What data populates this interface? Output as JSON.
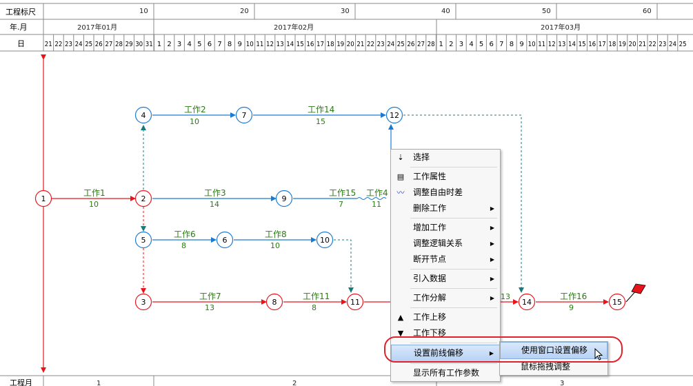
{
  "ruler": {
    "row_labels": [
      "工程标尺",
      "年.月",
      "日"
    ],
    "scale_ticks": [
      "10",
      "20",
      "30",
      "40",
      "50",
      "60"
    ],
    "months": [
      "2017年01月",
      "2017年02月",
      "2017年03月"
    ],
    "days_jan": [
      "21",
      "22",
      "23",
      "24",
      "25",
      "26",
      "27",
      "28",
      "29",
      "30",
      "31"
    ],
    "days_feb": [
      "1",
      "2",
      "3",
      "4",
      "5",
      "6",
      "7",
      "8",
      "9",
      "10",
      "11",
      "12",
      "13",
      "14",
      "15",
      "16",
      "17",
      "18",
      "19",
      "20",
      "21",
      "22",
      "23",
      "24",
      "25",
      "26",
      "27",
      "28"
    ],
    "days_mar": [
      "1",
      "2",
      "3",
      "4",
      "5",
      "6",
      "7",
      "8",
      "9",
      "10",
      "11",
      "12",
      "13",
      "14",
      "15",
      "16",
      "17",
      "18",
      "19",
      "20",
      "21",
      "22",
      "23",
      "24",
      "25"
    ]
  },
  "footer": {
    "label": "工程月",
    "months": [
      "1",
      "2",
      "3"
    ]
  },
  "nodes": [
    "1",
    "2",
    "3",
    "4",
    "5",
    "6",
    "7",
    "8",
    "9",
    "10",
    "11",
    "12",
    "14",
    "15"
  ],
  "works": {
    "w1": {
      "name": "工作1",
      "dur": "10"
    },
    "w2": {
      "name": "工作2",
      "dur": "10"
    },
    "w14": {
      "name": "工作14",
      "dur": "15"
    },
    "w3": {
      "name": "工作3",
      "dur": "14"
    },
    "w15": {
      "name": "工作15",
      "dur": "7"
    },
    "w4": {
      "name": "工作4",
      "dur": "11"
    },
    "w6": {
      "name": "工作6",
      "dur": "8"
    },
    "w8": {
      "name": "工作8",
      "dur": "10"
    },
    "w7": {
      "name": "工作7",
      "dur": "13"
    },
    "w11": {
      "name": "工作11",
      "dur": "8"
    },
    "w13": {
      "dur": "13"
    },
    "w16": {
      "name": "工作16",
      "dur": "9"
    }
  },
  "colors": {
    "critical": "#e8141c",
    "normal": "#1a7ad4",
    "label": "#2a7a12",
    "dashed": "#197a7a"
  },
  "context_menu": {
    "select": "选择",
    "properties": "工作属性",
    "adjust_free_float": "调整自由时差",
    "delete_work": "删除工作",
    "add_work": "增加工作",
    "adjust_logic": "调整逻辑关系",
    "break_node": "断开节点",
    "import_data": "引入数据",
    "decompose_work": "工作分解",
    "move_up": "工作上移",
    "move_down": "工作下移",
    "set_frontline_offset": "设置前线偏移",
    "show_all_params": "显示所有工作参数"
  },
  "submenu": {
    "use_window_offset": "使用窗口设置偏移",
    "mouse_drag_adjust": "鼠标拖拽调整"
  }
}
